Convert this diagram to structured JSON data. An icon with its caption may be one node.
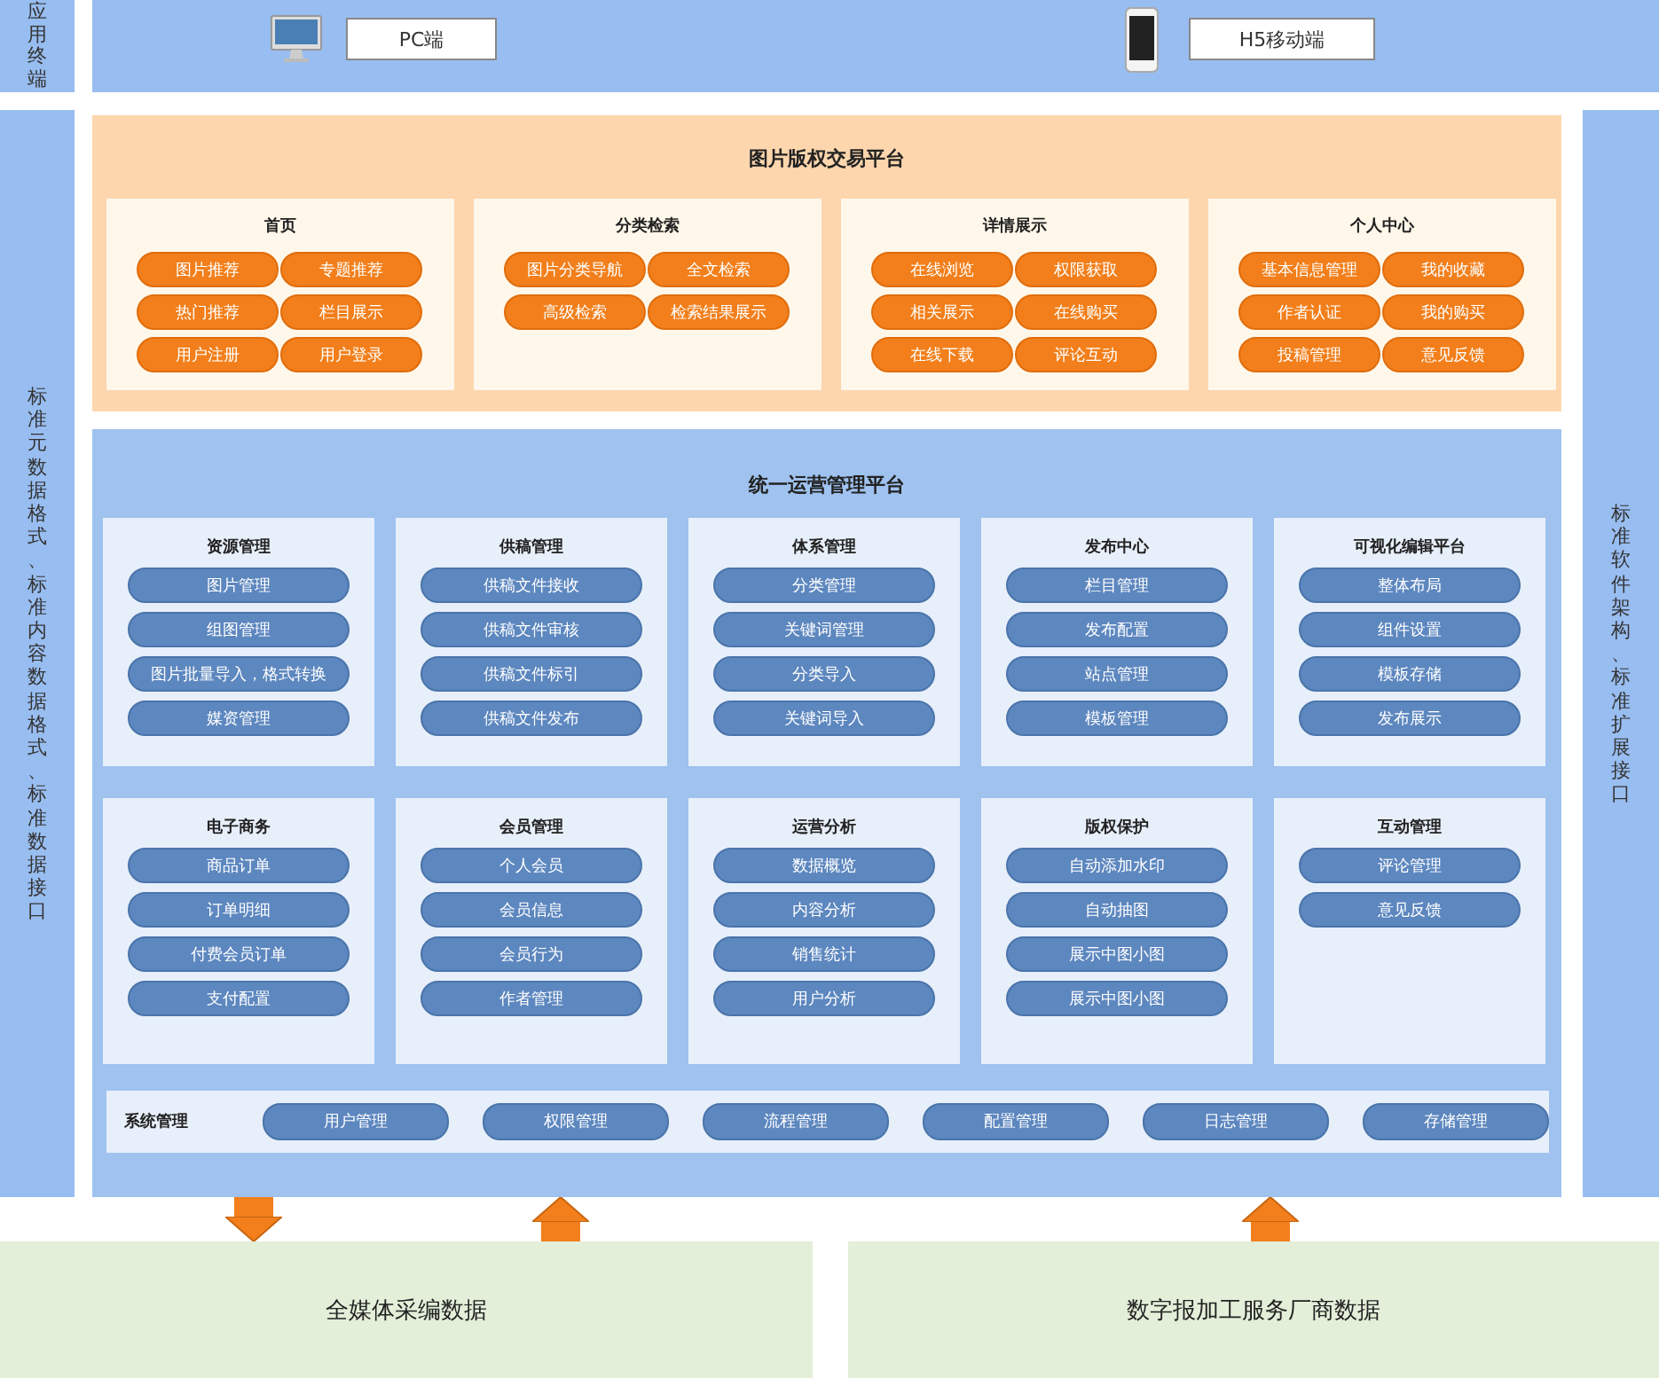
{
  "diagram": {
    "nodes": [
      {
        "text": [
          "应用终端"
        ]
      },
      {
        "text": [],
        "shape": "box"
      },
      {
        "text": [
          "PC端"
        ],
        "in": 1
      },
      {
        "text": [
          "H5移动端"
        ],
        "in": 1
      },
      {
        "text": [
          "标准元数据格式、标准内容数据格式、标准数据接口"
        ]
      },
      {
        "text": [
          "图片版权交易平台"
        ]
      },
      {
        "text": [
          "首页"
        ],
        "in": 5
      },
      {
        "text": [
          "图片推荐"
        ],
        "in": 6
      },
      {
        "text": [
          "专题推荐"
        ],
        "in": 6
      },
      {
        "text": [
          "热门推荐"
        ],
        "in": 6
      },
      {
        "text": [
          "栏目展示"
        ],
        "in": 6
      },
      {
        "text": [
          "用户注册"
        ],
        "in": 6
      },
      {
        "text": [
          "用户登录"
        ],
        "in": 6
      },
      {
        "text": [
          "分类检索"
        ],
        "in": 5
      },
      {
        "text": [
          "图片分类导航"
        ],
        "in": 13
      },
      {
        "text": [
          "全文检索"
        ],
        "in": 13
      },
      {
        "text": [
          "高级检索"
        ],
        "in": 13
      },
      {
        "text": [
          "检索结果展示"
        ],
        "in": 13
      },
      {
        "text": [
          "详情展示"
        ],
        "in": 5
      },
      {
        "text": [
          "在线浏览"
        ],
        "in": 18
      },
      {
        "text": [
          "权限获取"
        ],
        "in": 18
      },
      {
        "text": [
          "相关展示"
        ],
        "in": 18
      },
      {
        "text": [
          "在线购买"
        ],
        "in": 18
      },
      {
        "text": [
          "在线下载"
        ],
        "in": 18
      },
      {
        "text": [
          "评论互动"
        ],
        "in": 18
      },
      {
        "text": [
          "个人中心"
        ],
        "in": 5
      },
      {
        "text": [
          "基本信息管理"
        ],
        "in": 25
      },
      {
        "text": [
          "我的收藏"
        ],
        "in": 25
      },
      {
        "text": [
          "作者认证"
        ],
        "in": 25
      },
      {
        "text": [
          "我的购买"
        ],
        "in": 25
      },
      {
        "text": [
          "投稿管理"
        ],
        "in": 25
      },
      {
        "text": [
          "意见反馈"
        ],
        "in": 25
      },
      {
        "text": [
          "统一运营管理平台"
        ]
      },
      {
        "text": [
          "资源管理"
        ],
        "in": 32
      },
      {
        "text": [
          "图片管理"
        ],
        "in": 33
      },
      {
        "text": [
          "组图管理"
        ],
        "in": 33
      },
      {
        "text": [
          "图片批量导入，格式转换"
        ],
        "in": 33
      },
      {
        "text": [
          "媒资管理"
        ],
        "in": 33
      },
      {
        "text": [
          "供稿管理"
        ],
        "in": 32
      },
      {
        "text": [
          "供稿文件接收"
        ],
        "in": 38
      },
      {
        "text": [
          "供稿文件审核"
        ],
        "in": 38
      },
      {
        "text": [
          "供稿文件标引"
        ],
        "in": 38
      },
      {
        "text": [
          "供稿文件发布"
        ],
        "in": 38
      },
      {
        "text": [
          "体系管理"
        ],
        "in": 32
      },
      {
        "text": [
          "分类管理"
        ],
        "in": 43
      },
      {
        "text": [
          "关键词管理"
        ],
        "in": 43
      },
      {
        "text": [
          "分类导入"
        ],
        "in": 43
      },
      {
        "text": [
          "关键词导入"
        ],
        "in": 43
      },
      {
        "text": [
          "发布中心"
        ],
        "in": 32
      },
      {
        "text": [
          "栏目管理"
        ],
        "in": 48
      },
      {
        "text": [
          "发布配置"
        ],
        "in": 48
      },
      {
        "text": [
          "站点管理"
        ],
        "in": 48
      },
      {
        "text": [
          "模板管理"
        ],
        "in": 48
      },
      {
        "text": [
          "可视化编辑平台"
        ],
        "in": 32
      },
      {
        "text": [
          "整体布局"
        ],
        "in": 53
      },
      {
        "text": [
          "组件设置"
        ],
        "in": 53
      },
      {
        "text": [
          "模板存储"
        ],
        "in": 53
      },
      {
        "text": [
          "发布展示"
        ],
        "in": 53
      },
      {
        "text": [
          "电子商务"
        ],
        "in": 32
      },
      {
        "text": [
          "商品订单"
        ],
        "in": 58
      },
      {
        "text": [
          "订单明细"
        ],
        "in": 58
      },
      {
        "text": [
          "付费会员订单"
        ],
        "in": 58
      },
      {
        "text": [
          "支付配置"
        ],
        "in": 58
      },
      {
        "text": [
          "会员管理"
        ],
        "in": 32
      },
      {
        "text": [
          "个人会员"
        ],
        "in": 63
      },
      {
        "text": [
          "会员信息"
        ],
        "in": 63
      },
      {
        "text": [
          "会员行为"
        ],
        "in": 63
      },
      {
        "text": [
          "作者管理"
        ],
        "in": 63
      },
      {
        "text": [
          "运营分析"
        ],
        "in": 32
      },
      {
        "text": [
          "数据概览"
        ],
        "in": 68
      },
      {
        "text": [
          "内容分析"
        ],
        "in": 68
      },
      {
        "text": [
          "销售统计"
        ],
        "in": 68
      },
      {
        "text": [
          "用户分析"
        ],
        "in": 68
      },
      {
        "text": [
          "版权保护"
        ],
        "in": 32
      },
      {
        "text": [
          "自动添加水印"
        ],
        "in": 73
      },
      {
        "text": [
          "自动抽图"
        ],
        "in": 73
      },
      {
        "text": [
          "展示中图小图"
        ],
        "in": 73
      },
      {
        "text": [
          "展示中图小图"
        ],
        "in": 73
      },
      {
        "text": [
          "互动管理"
        ],
        "in": 32
      },
      {
        "text": [
          "评论管理"
        ],
        "in": 78
      },
      {
        "text": [
          "意见反馈"
        ],
        "in": 78
      },
      {
        "text": [
          "系统管理"
        ],
        "in": 32
      },
      {
        "text": [
          "用户管理"
        ],
        "in": 81
      },
      {
        "text": [
          "权限管理"
        ],
        "in": 81
      },
      {
        "text": [
          "流程管理"
        ],
        "in": 81
      },
      {
        "text": [
          "配置管理"
        ],
        "in": 81
      },
      {
        "text": [
          "日志管理"
        ],
        "in": 81
      },
      {
        "text": [
          "存储管理"
        ],
        "in": 81
      },
      {
        "text": [
          "标准软件架构、标准扩展接口"
        ]
      },
      {
        "text": [
          "全媒体采编数据"
        ]
      },
      {
        "text": [
          "数字报加工服务厂商数据"
        ]
      }
    ],
    "edges": [
      {
        "from": 32,
        "to": 89,
        "arrow": "to"
      },
      {
        "from": 89,
        "to": 32,
        "arrow": "to"
      },
      {
        "from": 90,
        "to": 32,
        "arrow": "to"
      }
    ]
  }
}
